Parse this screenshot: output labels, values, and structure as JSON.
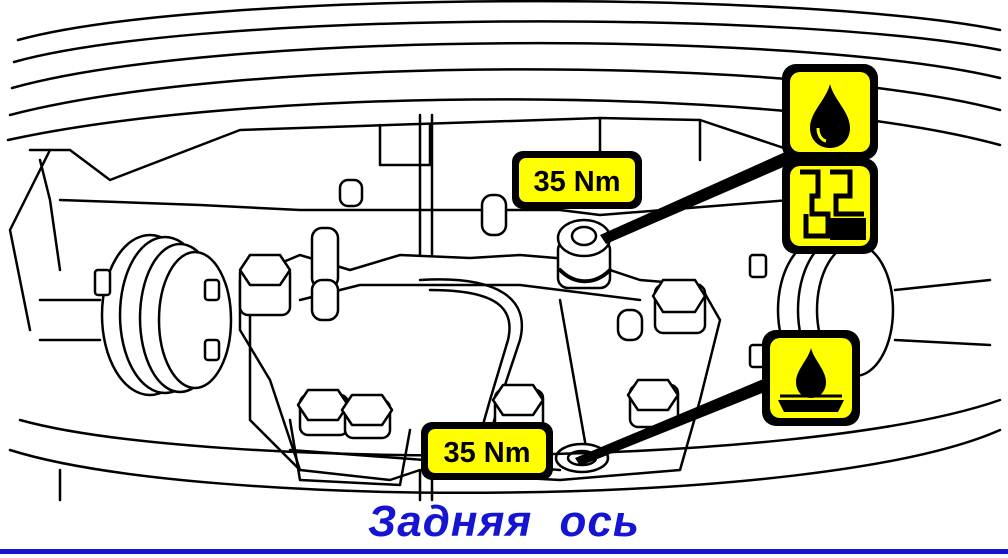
{
  "diagram": {
    "torque_labels": [
      {
        "id": "upper",
        "text": "35 Nm"
      },
      {
        "id": "lower",
        "text": "35 Nm"
      }
    ],
    "icons": [
      "oil-drop-icon",
      "fill-level-icon",
      "oil-drain-icon"
    ],
    "caption": "Задняя  ось"
  },
  "colors": {
    "label_fill": "#ffff00",
    "caption_text": "#1414d2",
    "rule": "#1414d2",
    "line_art": "#000000"
  }
}
